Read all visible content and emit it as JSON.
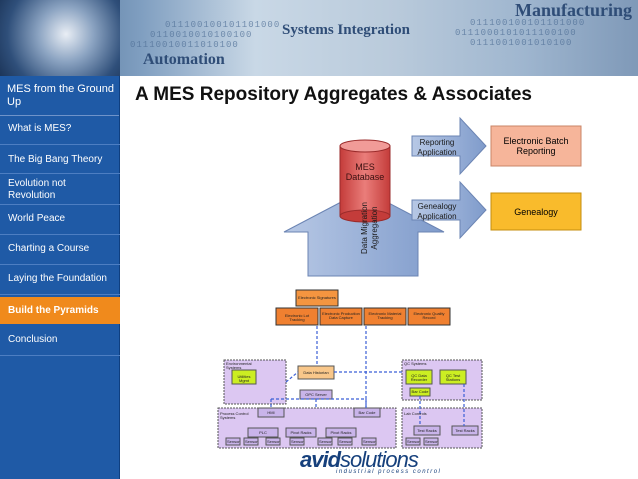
{
  "banner": {
    "words": [
      "Manufacturing",
      "Systems Integration",
      "Automation"
    ],
    "binary": [
      "011100100101101000",
      "0110010010100100",
      "01110010011010100",
      "011100100101101000",
      "0111000101011100100",
      "0111001001010100"
    ]
  },
  "sidebar": {
    "title": "MES from the Ground Up",
    "items": [
      {
        "label": "What is MES?"
      },
      {
        "label": "The Big Bang Theory"
      },
      {
        "label": "Evolution not Revolution"
      },
      {
        "label": "World Peace"
      },
      {
        "label": "Charting a Course"
      },
      {
        "label": "Laying the Foundation"
      },
      {
        "label": "Build the Pyramids",
        "active": true
      },
      {
        "label": "Conclusion"
      }
    ]
  },
  "page": {
    "title": "A MES Repository Aggregates & Associates"
  },
  "diagram": {
    "mes_database": "MES Database",
    "data_migration": "Data Migration Aggregation",
    "reporting_app": "Reporting Application",
    "genealogy_app": "Genealogy Application",
    "electronic_batch": "Electronic Batch Reporting",
    "genealogy": "Genealogy",
    "electronic_signatures": "Electronic Signatures",
    "electronic_lot_tracking": "Electronic Lot Tracking",
    "electronic_production": "Electronic Production Data Capture",
    "electronic_material": "Electronic Material Tracking",
    "electronic_quality": "Electronic Quality Record",
    "environmental_systems": "Environmental Systems",
    "utilities_mgmt": "Utilities Mgmt",
    "data_historian": "Data Historian",
    "opc_server": "OPC Server",
    "qc_systems": "QC Systems",
    "qc_data_recorder": "QC Data Recorder",
    "qc_test_stations": "QC Test Stations",
    "bar_code": "Bar Code",
    "process_control": "Process Control Systems",
    "lab_controls": "Lab Controls",
    "hmi": "HMI",
    "plc": "PLC",
    "pc_based_1": "Pivot Racks",
    "pc_based_2": "Pivot Racks",
    "bar_code_2": "Bar Code",
    "test_racks_1": "Test Racks",
    "test_racks_2": "Test Racks",
    "sensor": "Sensor"
  },
  "logo": {
    "brand_bold": "avid",
    "brand_light": "solutions",
    "tagline": "industrial process control"
  },
  "colors": {
    "sidebar": "#1f5aa6",
    "active": "#f08a1c",
    "arrow_blue": "#8fa9d2",
    "db_red": "#d9534f",
    "batch_salmon": "#f6b59a",
    "genealogy_orange": "#f9bb2c",
    "lavender": "#d8c2f0",
    "yellow_green": "#ccee22"
  }
}
